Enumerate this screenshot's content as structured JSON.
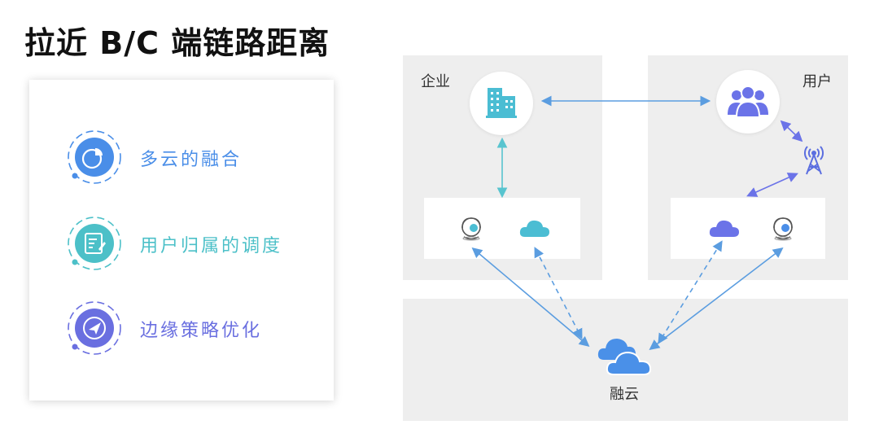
{
  "title": "拉近 B/C 端链路距离",
  "features": [
    {
      "label": "多云的融合",
      "color": "#4a8ee8",
      "icon": "pie-chart-icon"
    },
    {
      "label": "用户归属的调度",
      "color": "#4cc0c8",
      "icon": "edit-document-icon"
    },
    {
      "label": "边缘策略优化",
      "color": "#6a6fe0",
      "icon": "paper-plane-icon"
    }
  ],
  "diagram": {
    "enterprise_label": "企业",
    "user_label": "用户",
    "cloud_label": "融云",
    "colors": {
      "enterprise": "#4bbdd3",
      "user": "#6b73e8",
      "cloud": "#4a90e8",
      "arrow_blue": "#5b9de0",
      "arrow_teal": "#58c4cf"
    }
  }
}
